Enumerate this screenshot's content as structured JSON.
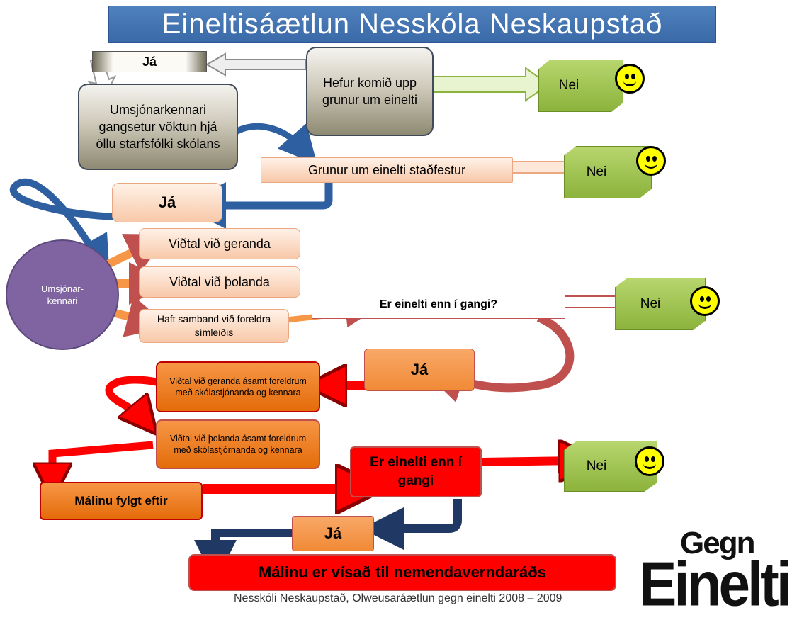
{
  "title": "Eineltisáætlun Nesskóla Neskaupstað",
  "nodes": {
    "ja_1": "Já",
    "suspicion_question": "Hefur komið upp grunur um einelti",
    "nei_1": "Nei",
    "homeroom_monitoring": "Umsjónarkennari gangsetur vöktun hjá öllu starfsfólki skólans",
    "suspicion_confirmed": "Grunur um einelti staðfestur",
    "nei_2": "Nei",
    "ja_2": "Já",
    "homeroom_teacher": "Umsjónar-kennari",
    "interview_perpetrator": "Viðtal við geranda",
    "interview_victim": "Viðtal við þolanda",
    "contact_parents": "Haft samband við foreldra símleiðis",
    "still_bullying_1": "Er einelti enn í gangi?",
    "nei_3": "Nei",
    "ja_3": "Já",
    "interview_perpetrator_parents": "Viðtal við geranda ásamt foreldrum með skólastjónanda og kennara",
    "interview_victim_parents": "Viðtal við þolanda ásamt foreldrum með skólastjórnanda og kennara",
    "still_bullying_2": "Er einelti enn í gangi",
    "nei_4": "Nei",
    "follow_up": "Málinu fylgt eftir",
    "ja_4": "Já",
    "referral": "Málinu er vísað til nemendaverndaráðs"
  },
  "footer": "Nesskóli Neskaupstað,  Olweusaráætlun gegn einelti  2008 – 2009",
  "logo": {
    "line1": "Gegn",
    "line2": "Einelti"
  },
  "colors": {
    "title_blue": "#4f81bd",
    "green": "#9bbb59",
    "orange": "#f79646",
    "red": "#ff0000",
    "purple": "#8064a2",
    "navy": "#1f3864",
    "smiley": "#ffff00"
  },
  "icons": [
    "smiley-face-icon",
    "anti-bullying-logo"
  ]
}
